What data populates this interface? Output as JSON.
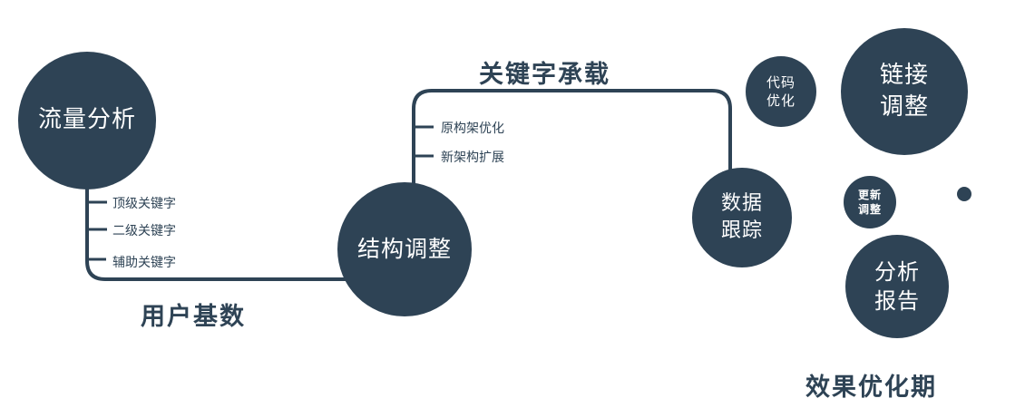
{
  "palette": {
    "node_fill": "#2e4355",
    "line": "#2e4355",
    "label_text": "#2e4355",
    "node_text": "#ffffff",
    "background": "#ffffff"
  },
  "nodes": {
    "traffic": {
      "label": "流量分析"
    },
    "structure": {
      "label": "结构调整"
    },
    "tracking": {
      "line1": "数据",
      "line2": "跟踪"
    },
    "code": {
      "line1": "代码",
      "line2": "优化"
    },
    "link": {
      "line1": "链接",
      "line2": "调整"
    },
    "update": {
      "line1": "更新",
      "line2": "调整"
    },
    "report": {
      "line1": "分析",
      "line2": "报告"
    }
  },
  "flow_labels": {
    "keyword_load": "关键字承载",
    "user_base": "用户基数",
    "period": "效果优化期"
  },
  "ticks": {
    "traffic": [
      "顶级关键字",
      "二级关键字",
      "辅助关键字"
    ],
    "structure": [
      "原构架优化",
      "新架构扩展"
    ]
  }
}
